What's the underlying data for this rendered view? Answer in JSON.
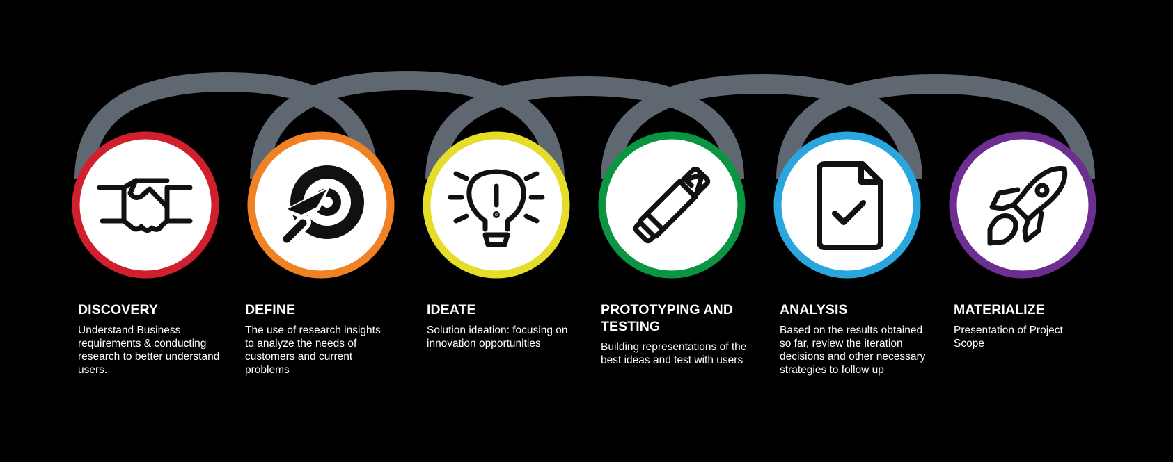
{
  "diagram": {
    "arc_color": "#5f6870",
    "background": "#000000",
    "steps": [
      {
        "title": "DISCOVERY",
        "description": "Understand Business requirements & conducting research to better understand users.",
        "icon": "handshake-icon",
        "ring_color": "#d0202e"
      },
      {
        "title": "DEFINE",
        "description": "The use of research insights to analyze the needs of customers and current problems",
        "icon": "target-cursor-icon",
        "ring_color": "#f08224"
      },
      {
        "title": "IDEATE",
        "description": "Solution ideation: focusing on innovation opportunities",
        "icon": "lightbulb-icon",
        "ring_color": "#e6dc2a"
      },
      {
        "title": "PROTOTYPING AND TESTING",
        "description": "Building representations of the best ideas and test with users",
        "icon": "pencil-ruler-icon",
        "ring_color": "#0b9441"
      },
      {
        "title": "ANALYSIS",
        "description": "Based on the results obtained so far, review the iteration decisions and other necessary strategies to follow up",
        "icon": "document-check-icon",
        "ring_color": "#2aa6df"
      },
      {
        "title": "MATERIALIZE",
        "description": "Presentation of Project Scope",
        "icon": "rocket-icon",
        "ring_color": "#6c2e91"
      }
    ]
  }
}
